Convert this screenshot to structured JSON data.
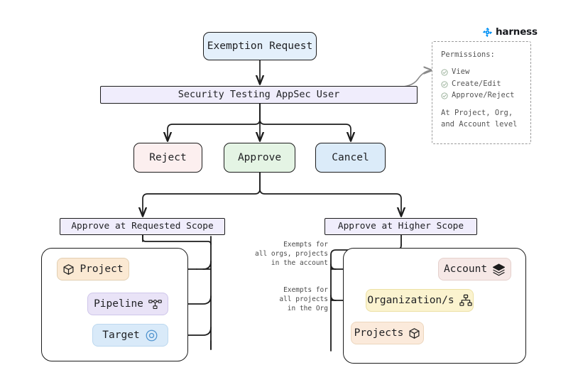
{
  "brand": {
    "name": "harness",
    "logo_icon": "harness-clover-icon",
    "accent_color": "#0091f5"
  },
  "flow": {
    "start": {
      "label": "Exemption Request",
      "color": "#e4f0fb"
    },
    "actor": {
      "label": "Security Testing AppSec User",
      "color": "#f0edfc"
    },
    "decisions": [
      {
        "key": "reject",
        "label": "Reject",
        "color": "#fcefef"
      },
      {
        "key": "approve",
        "label": "Approve",
        "color": "#e4f4e4"
      },
      {
        "key": "cancel",
        "label": "Cancel",
        "color": "#dbebf9"
      }
    ],
    "scopes": [
      {
        "key": "requested",
        "label": "Approve at Requested Scope",
        "color": "#f0edfc"
      },
      {
        "key": "higher",
        "label": "Approve at Higher Scope",
        "color": "#f0edfc"
      }
    ]
  },
  "requested_scope": {
    "items": [
      {
        "label": "Project",
        "icon": "cube-icon",
        "icon_side": "left",
        "color": "#fbe9d3"
      },
      {
        "label": "Pipeline",
        "icon": "pipeline-icon",
        "icon_side": "right",
        "color": "#e9e3f7"
      },
      {
        "label": "Target",
        "icon": "target-icon",
        "icon_side": "right",
        "color": "#d9eaf9"
      }
    ]
  },
  "higher_scope": {
    "items": [
      {
        "label": "Account",
        "icon": "layers-icon",
        "icon_side": "right",
        "color": "#f6e8e6"
      },
      {
        "label": "Organization/s",
        "icon": "hierarchy-icon",
        "icon_side": "right",
        "color": "#fbf3cf"
      },
      {
        "label": "Projects",
        "icon": "cube-icon",
        "icon_side": "right",
        "color": "#fbeadb"
      }
    ],
    "notes": [
      {
        "key": "account",
        "text": "Exempts for\nall orgs, projects\nin the account"
      },
      {
        "key": "org",
        "text": "Exempts for\nall projects\nin the Org"
      }
    ]
  },
  "permissions": {
    "title": "Permissions:",
    "items": [
      {
        "label": "View",
        "icon": "check-circle-icon"
      },
      {
        "label": "Create/Edit",
        "icon": "check-circle-icon"
      },
      {
        "label": "Approve/Reject",
        "icon": "check-circle-icon"
      }
    ],
    "footer_line1": "At Project, Org,",
    "footer_line2": "and Account level"
  }
}
